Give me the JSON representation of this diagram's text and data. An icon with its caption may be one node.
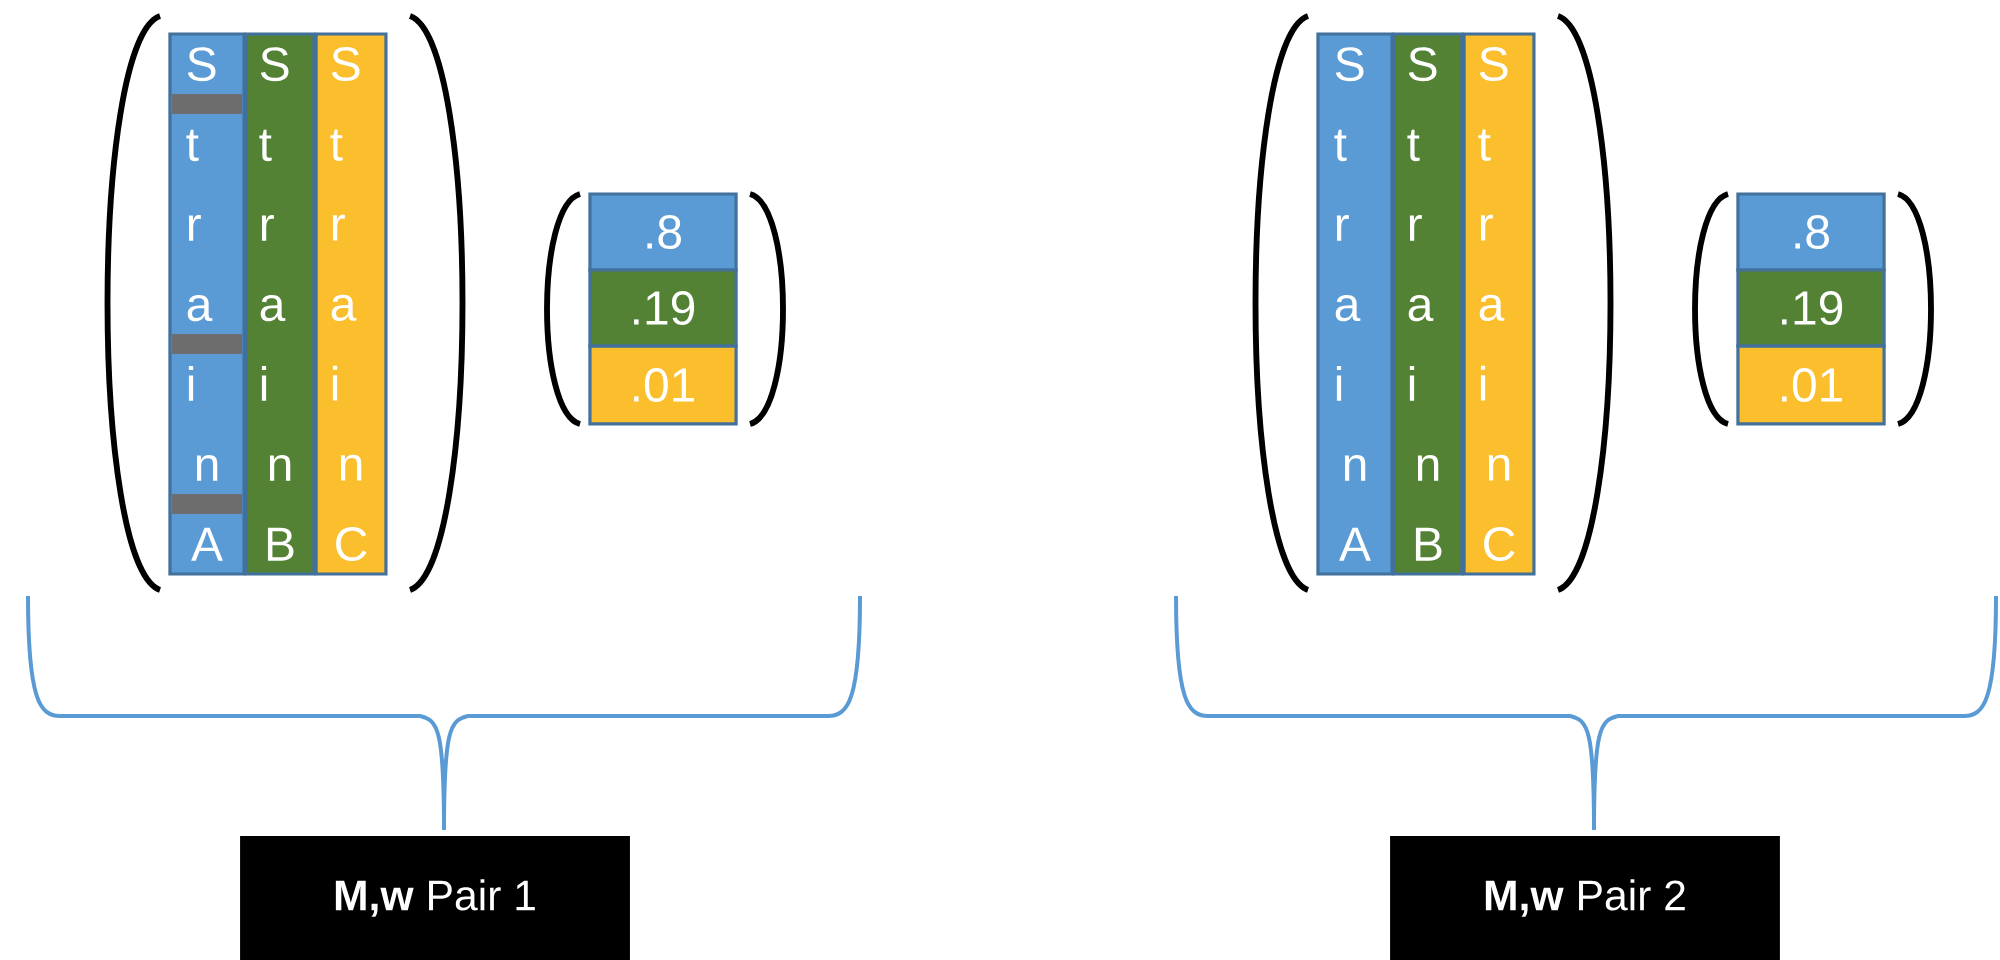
{
  "diagram": {
    "nodes": [
      {
        "text": [
          "Strain A"
        ]
      },
      {
        "text": [
          "Strain B"
        ]
      },
      {
        "text": [
          "Strain C"
        ]
      },
      {
        "text": [
          ".8"
        ]
      },
      {
        "text": [
          ".19"
        ]
      },
      {
        "text": [
          ".01"
        ]
      },
      {
        "text": [
          "Strain A"
        ]
      },
      {
        "text": [
          "Strain B"
        ]
      },
      {
        "text": [
          "Strain C"
        ]
      },
      {
        "text": [
          ".8"
        ]
      },
      {
        "text": [
          ".19"
        ]
      },
      {
        "text": [
          ".01"
        ]
      },
      {
        "text": [
          "**M,w** Pair 1"
        ]
      },
      {
        "text": [
          "**M,w** Pair 2"
        ]
      }
    ]
  }
}
